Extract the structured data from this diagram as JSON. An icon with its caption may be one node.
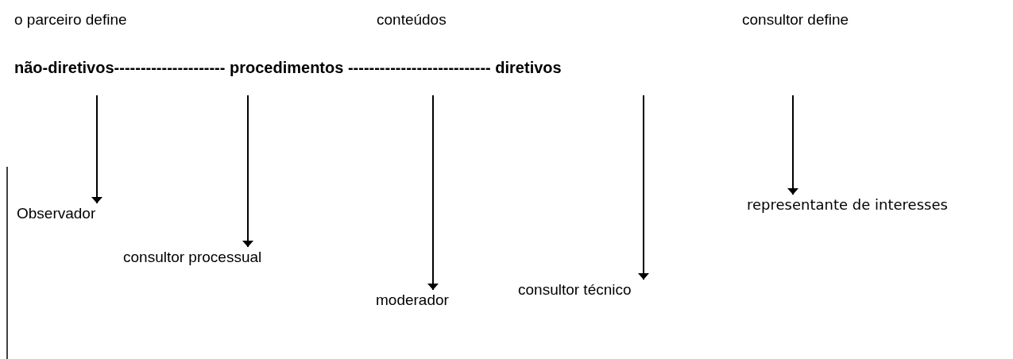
{
  "diagram": {
    "nodes": [
      {
        "text": [
          "Observador"
        ]
      },
      {
        "text": [
          "consultor processual"
        ]
      },
      {
        "text": [
          "moderador"
        ]
      },
      {
        "text": [
          "consultor técnico"
        ]
      },
      {
        "text": [
          "representante de interesses"
        ]
      }
    ],
    "edges": [
      {
        "from": null,
        "to": 0,
        "arrow": "to"
      },
      {
        "from": null,
        "to": 1,
        "arrow": "to"
      },
      {
        "from": null,
        "to": 2,
        "arrow": "to"
      },
      {
        "from": null,
        "to": 3,
        "arrow": "to"
      },
      {
        "from": null,
        "to": 4,
        "arrow": "to"
      }
    ],
    "labels": [
      "o parceiro define",
      "conteúdos",
      "consultor define",
      "não-diretivos--------------------- procedimentos --------------------------- diretivos"
    ]
  }
}
